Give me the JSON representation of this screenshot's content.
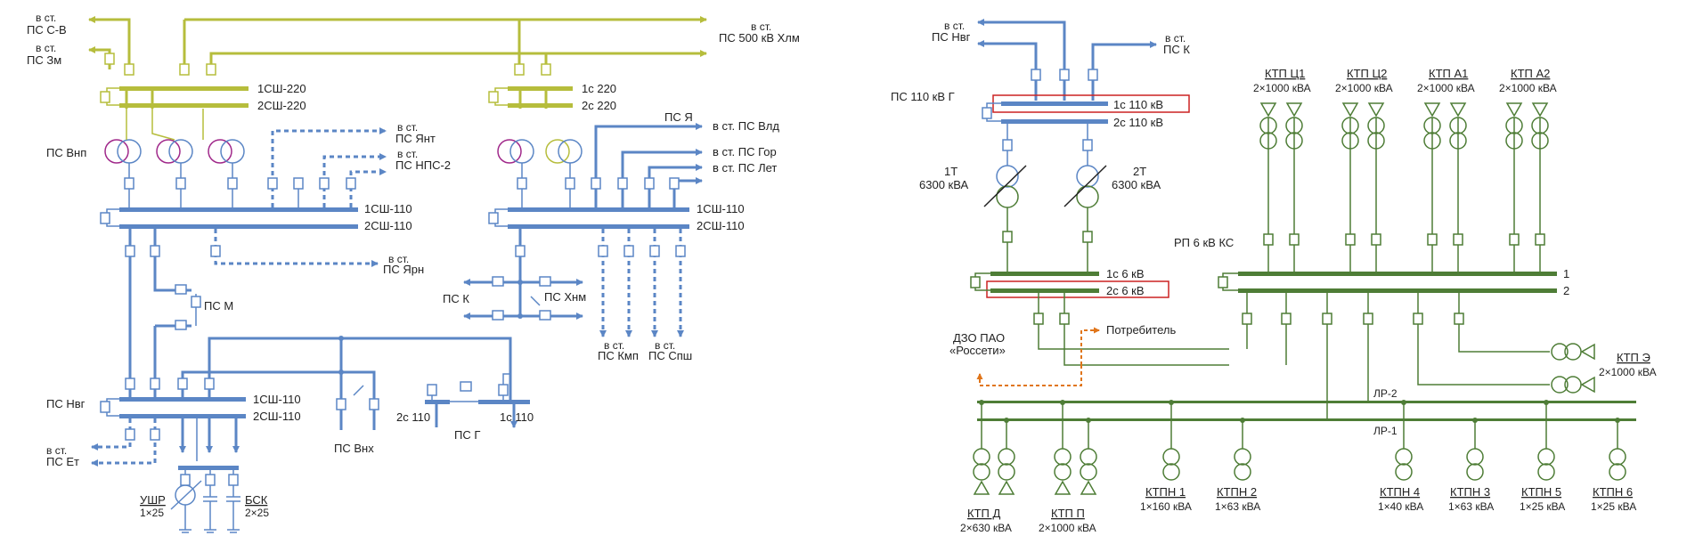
{
  "colors": {
    "olive": "#b6bd3c",
    "blue": "#5b86c5",
    "green": "#4e7d36",
    "red": "#cc2222",
    "orange": "#e0751a",
    "magenta": "#a0288a"
  },
  "left": {
    "top_dest": {
      "sv_1": "в ст.",
      "sv_2": "ПС С-В",
      "zm_1": "в ст.",
      "zm_2": "ПС Зм",
      "hlm_1": "в ст.",
      "hlm_2": "ПС 500 кВ Хлм"
    },
    "bus220_a_1": "1СШ-220",
    "bus220_a_2": "2СШ-220",
    "bus220_b_1": "1с  220",
    "bus220_b_2": "2с  220",
    "ps_vnp": "ПС Внп",
    "ps_ya": "ПС Я",
    "dest_yant_1": "в ст.",
    "dest_yant_2": "ПС Янт",
    "dest_nps_1": "в ст.",
    "dest_nps_2": "ПС НПС-2",
    "dest_vld": "в ст. ПС Влд",
    "dest_gor": "в ст. ПС Гор",
    "dest_let": "в ст. ПС Лет",
    "bus110_a_1": "1СШ-110",
    "bus110_a_2": "2СШ-110",
    "bus110_b_1": "1СШ-110",
    "bus110_b_2": "2СШ-110",
    "dest_yarn_1": "в ст.",
    "dest_yarn_2": "ПС Ярн",
    "ps_k": "ПС К",
    "ps_hnm": "ПС Хнм",
    "ps_m": "ПС М",
    "kmp_1": "в ст.",
    "kmp_2": "ПС Кмп",
    "spsh_1": "в ст.",
    "spsh_2": "ПС Спш",
    "ps_nvg": "ПС Нвг",
    "bus110_c_1": "1СШ-110",
    "bus110_c_2": "2СШ-110",
    "et_1": "в ст.",
    "et_2": "ПС Ет",
    "ps_vnh": "ПС Внх",
    "g_2c": "2с 110",
    "g_1c": "1с 110",
    "ps_g": "ПС Г",
    "ushr_1": "УШР",
    "ushr_2": "1×25",
    "bsk_1": "БСК",
    "bsk_2": "2×25"
  },
  "right": {
    "nvg_1": "в ст.",
    "nvg_2": "ПС Нвг",
    "k_1": "в ст.",
    "k_2": "ПС К",
    "ps110g": "ПС 110 кВ Г",
    "bus_1c110": "1с 110 кВ",
    "bus_2c110": "2с 110 кВ",
    "t1_1": "1Т",
    "t1_2": "6300 кВА",
    "t2_1": "2Т",
    "t2_2": "6300 кВА",
    "bus_1c6": "1с 6 кВ",
    "bus_2c6": "2с 6 кВ",
    "dzo_1": "ДЗО ПАО",
    "dzo_2": "«Россети»",
    "consumer": "Потребитель",
    "rp": "РП 6 кВ КС",
    "rp_bus1": "1",
    "rp_bus2": "2",
    "ktp_c1_1": "КТП Ц1",
    "ktp_c1_2": "2×1000  кВА",
    "ktp_c2_1": "КТП Ц2",
    "ktp_c2_2": "2×1000  кВА",
    "ktp_a1_1": "КТП А1",
    "ktp_a1_2": "2×1000  кВА",
    "ktp_a2_1": "КТП А2",
    "ktp_a2_2": "2×1000  кВА",
    "ktp_e_1": "КТП Э",
    "ktp_e_2": "2×1000  кВА",
    "lr2": "ЛР-2",
    "lr1": "ЛР-1",
    "ktp_d_1": "КТП Д",
    "ktp_d_2": "2×630  кВА",
    "ktp_p_1": "КТП П",
    "ktp_p_2": "2×1000  кВА",
    "ktpn1_1": "КТПН  1",
    "ktpn1_2": "1×160  кВА",
    "ktpn2_1": "КТПН  2",
    "ktpn2_2": "1×63  кВА",
    "ktpn4_1": "КТПН  4",
    "ktpn4_2": "1×40  кВА",
    "ktpn3_1": "КТПН  3",
    "ktpn3_2": "1×63  кВА",
    "ktpn5_1": "КТПН  5",
    "ktpn5_2": "1×25  кВА",
    "ktpn6_1": "КТПН  6",
    "ktpn6_2": "1×25  кВА"
  }
}
